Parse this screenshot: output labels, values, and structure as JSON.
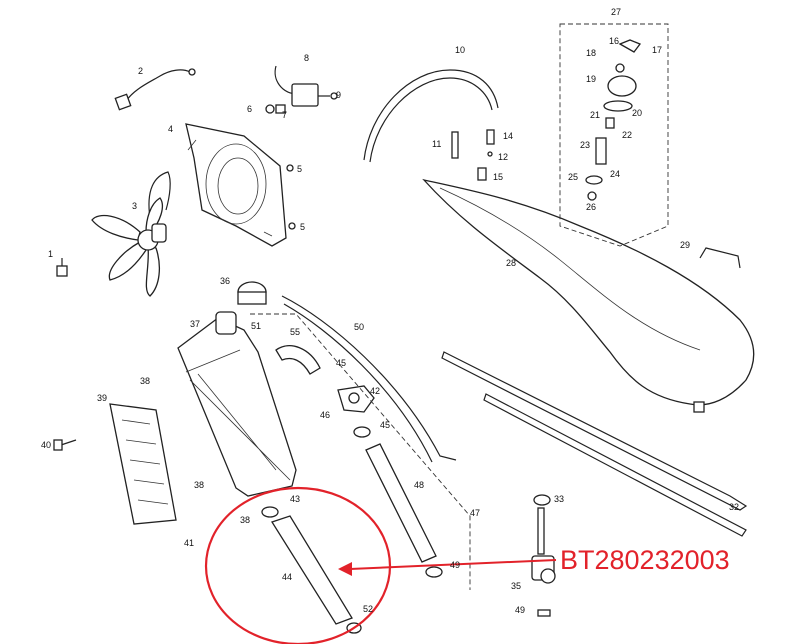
{
  "callouts": [
    {
      "id": "c1",
      "text": "1"
    },
    {
      "id": "c2",
      "text": "2"
    },
    {
      "id": "c3",
      "text": "3"
    },
    {
      "id": "c4",
      "text": "4"
    },
    {
      "id": "c5a",
      "text": "5"
    },
    {
      "id": "c5b",
      "text": "5"
    },
    {
      "id": "c6",
      "text": "6"
    },
    {
      "id": "c7",
      "text": "7"
    },
    {
      "id": "c8",
      "text": "8"
    },
    {
      "id": "c9",
      "text": "9"
    },
    {
      "id": "c10",
      "text": "10"
    },
    {
      "id": "c11",
      "text": "11"
    },
    {
      "id": "c12",
      "text": "12"
    },
    {
      "id": "c14",
      "text": "14"
    },
    {
      "id": "c15",
      "text": "15"
    },
    {
      "id": "c16",
      "text": "16"
    },
    {
      "id": "c17",
      "text": "17"
    },
    {
      "id": "c18",
      "text": "18"
    },
    {
      "id": "c19",
      "text": "19"
    },
    {
      "id": "c20",
      "text": "20"
    },
    {
      "id": "c21",
      "text": "21"
    },
    {
      "id": "c22",
      "text": "22"
    },
    {
      "id": "c23",
      "text": "23"
    },
    {
      "id": "c24",
      "text": "24"
    },
    {
      "id": "c25",
      "text": "25"
    },
    {
      "id": "c26",
      "text": "26"
    },
    {
      "id": "c27",
      "text": "27"
    },
    {
      "id": "c28",
      "text": "28"
    },
    {
      "id": "c29",
      "text": "29"
    },
    {
      "id": "c32",
      "text": "32"
    },
    {
      "id": "c33",
      "text": "33"
    },
    {
      "id": "c35",
      "text": "35"
    },
    {
      "id": "c36",
      "text": "36"
    },
    {
      "id": "c37",
      "text": "37"
    },
    {
      "id": "c38a",
      "text": "38"
    },
    {
      "id": "c38b",
      "text": "38"
    },
    {
      "id": "c38c",
      "text": "38"
    },
    {
      "id": "c39",
      "text": "39"
    },
    {
      "id": "c40",
      "text": "40"
    },
    {
      "id": "c41",
      "text": "41"
    },
    {
      "id": "c42",
      "text": "42"
    },
    {
      "id": "c43",
      "text": "43"
    },
    {
      "id": "c44",
      "text": "44"
    },
    {
      "id": "c45a",
      "text": "45"
    },
    {
      "id": "c45b",
      "text": "45"
    },
    {
      "id": "c46",
      "text": "46"
    },
    {
      "id": "c47",
      "text": "47"
    },
    {
      "id": "c48",
      "text": "48"
    },
    {
      "id": "c49a",
      "text": "49"
    },
    {
      "id": "c49b",
      "text": "49"
    },
    {
      "id": "c50",
      "text": "50"
    },
    {
      "id": "c51",
      "text": "51"
    },
    {
      "id": "c52",
      "text": "52"
    },
    {
      "id": "c55",
      "text": "55"
    }
  ],
  "annotation": {
    "part_code": "BT280232003",
    "color": "#e2222a"
  }
}
